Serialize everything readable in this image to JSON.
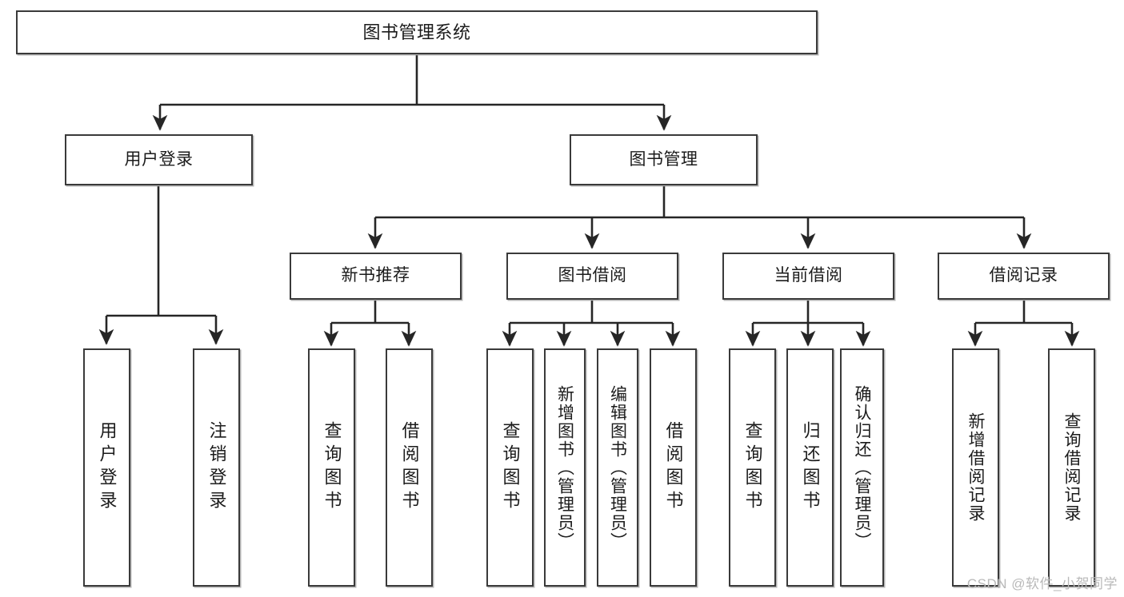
{
  "diagram": {
    "title": "图书管理系统",
    "type": "tree-hierarchy-diagram",
    "root": {
      "label": "图书管理系统"
    },
    "level2": [
      {
        "label": "用户登录"
      },
      {
        "label": "图书管理"
      }
    ],
    "level3": [
      {
        "label": "新书推荐"
      },
      {
        "label": "图书借阅"
      },
      {
        "label": "当前借阅"
      },
      {
        "label": "借阅记录"
      }
    ],
    "leaves": [
      {
        "label": "用户登录",
        "parent": "用户登录"
      },
      {
        "label": "注销登录",
        "parent": "用户登录"
      },
      {
        "label": "查询图书",
        "parent": "新书推荐"
      },
      {
        "label": "借阅图书",
        "parent": "新书推荐"
      },
      {
        "label": "查询图书",
        "parent": "图书借阅"
      },
      {
        "label": "新增图书（管理员）",
        "parent": "图书借阅"
      },
      {
        "label": "编辑图书（管理员）",
        "parent": "图书借阅"
      },
      {
        "label": "借阅图书",
        "parent": "图书借阅"
      },
      {
        "label": "查询图书",
        "parent": "当前借阅"
      },
      {
        "label": "归还图书",
        "parent": "当前借阅"
      },
      {
        "label": "确认归还（管理员）",
        "parent": "当前借阅"
      },
      {
        "label": "新增借阅记录",
        "parent": "借阅记录"
      },
      {
        "label": "查询借阅记录",
        "parent": "借阅记录"
      }
    ]
  },
  "watermark": {
    "text": "CSDN @软件_小贺同学"
  },
  "colors": {
    "box_border": "#3a3a3a",
    "box_fill": "#ffffff",
    "connector": "#262626",
    "text": "#1b1b1b",
    "watermark": "#b9b9b9",
    "background": "#ffffff"
  }
}
